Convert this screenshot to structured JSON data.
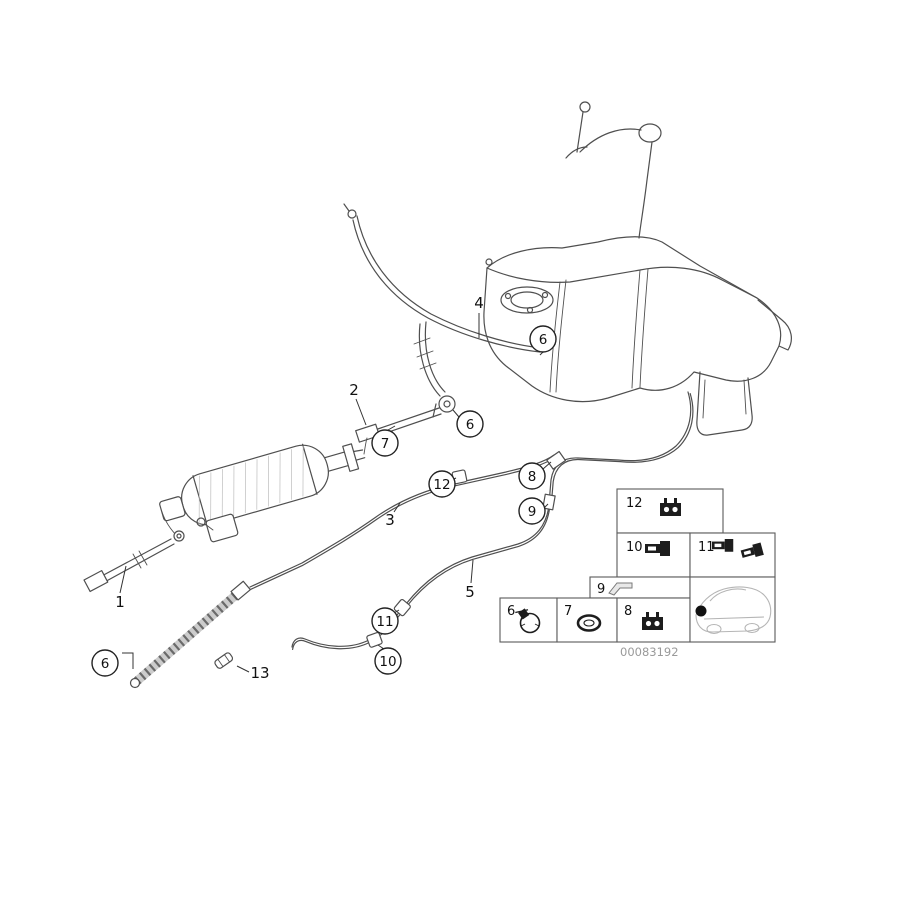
{
  "diagram": {
    "watermark": "00083192",
    "labels": {
      "plain": [
        {
          "n": "1"
        },
        {
          "n": "2"
        },
        {
          "n": "3"
        },
        {
          "n": "4"
        },
        {
          "n": "5"
        },
        {
          "n": "13"
        }
      ],
      "circled": [
        {
          "n": "6"
        },
        {
          "n": "6"
        },
        {
          "n": "7"
        },
        {
          "n": "12"
        },
        {
          "n": "8"
        },
        {
          "n": "9"
        },
        {
          "n": "11"
        },
        {
          "n": "10"
        },
        {
          "n": "6"
        }
      ]
    },
    "legend": {
      "cells": [
        {
          "n": "12",
          "icon": "pipe-clip-icon"
        },
        {
          "n": "10",
          "icon": "connector-icon"
        },
        {
          "n": "11",
          "icon": "connector-pair-icon"
        },
        {
          "n": "9",
          "icon": "bracket-icon"
        },
        {
          "n": "6",
          "icon": "hose-clamp-icon"
        },
        {
          "n": "7",
          "icon": "grommet-icon"
        },
        {
          "n": "8",
          "icon": "pipe-clip-icon"
        }
      ]
    }
  }
}
